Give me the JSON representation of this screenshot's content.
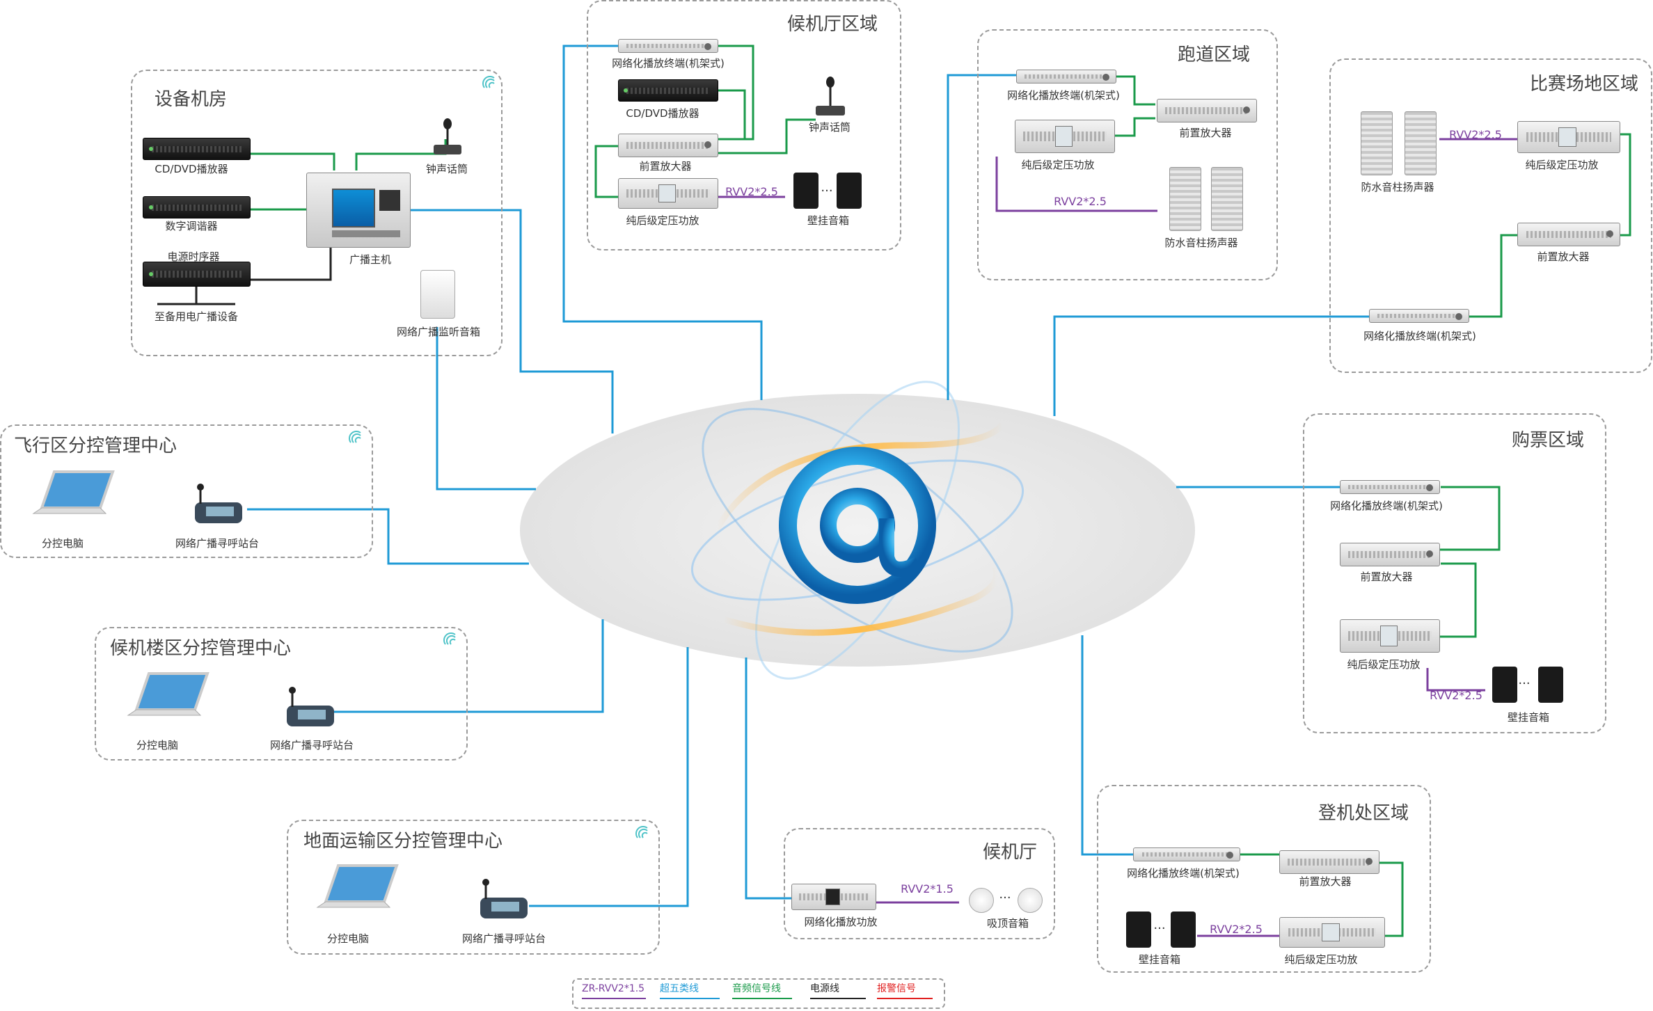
{
  "zones": {
    "equipment_room": {
      "title": "设备机房"
    },
    "waiting_hall_area": {
      "title": "候机厅区域"
    },
    "runway_area": {
      "title": "跑道区域"
    },
    "competition_area": {
      "title": "比赛场地区域"
    },
    "flight_center": {
      "title": "飞行区分控管理中心"
    },
    "terminal_center": {
      "title": "候机楼区分控管理中心"
    },
    "ground_center": {
      "title": "地面运输区分控管理中心"
    },
    "ticket_area": {
      "title": "购票区域"
    },
    "boarding_area": {
      "title": "登机处区域"
    },
    "waiting_hall": {
      "title": "候机厅"
    }
  },
  "labels": {
    "cd_dvd": "CD/DVD播放器",
    "digital_tuner": "数字调谐器",
    "power_sequencer": "电源时序器",
    "to_emergency": "至备用电广播设备",
    "broadcast_host": "广播主机",
    "chime_mic": "钟声话筒",
    "monitor_speaker": "网络广播监听音箱",
    "net_terminal_rack": "网络化播放终端(机架式)",
    "preamp": "前置放大器",
    "power_amp": "纯后级定压功放",
    "wall_speaker": "壁挂音箱",
    "column_speaker": "防水音柱扬声器",
    "pc": "分控电脑",
    "paging_station": "网络广播寻呼站台",
    "net_power_amp": "网络化播放功放",
    "ceiling_speaker": "吸顶音箱",
    "rvv25": "RVV2*2.5",
    "rvv15": "RVV2*1.5",
    "ellipsis": "···"
  },
  "legend": [
    {
      "label": "ZR-RVV2*1.5",
      "color": "#7b3f9e"
    },
    {
      "label": "超五类线",
      "color": "#1e9ad6"
    },
    {
      "label": "音频信号线",
      "color": "#1a9a4a"
    },
    {
      "label": "电源线",
      "color": "#222222"
    },
    {
      "label": "报警信号",
      "color": "#e02020"
    }
  ],
  "colors": {
    "cat5": "#1e9ad6",
    "audio": "#1a9a4a",
    "power": "#222222",
    "rvv": "#7b3f9e",
    "alarm": "#e02020"
  },
  "icons": {
    "hub": "network-at-icon",
    "wifi": "wifi-icon"
  }
}
